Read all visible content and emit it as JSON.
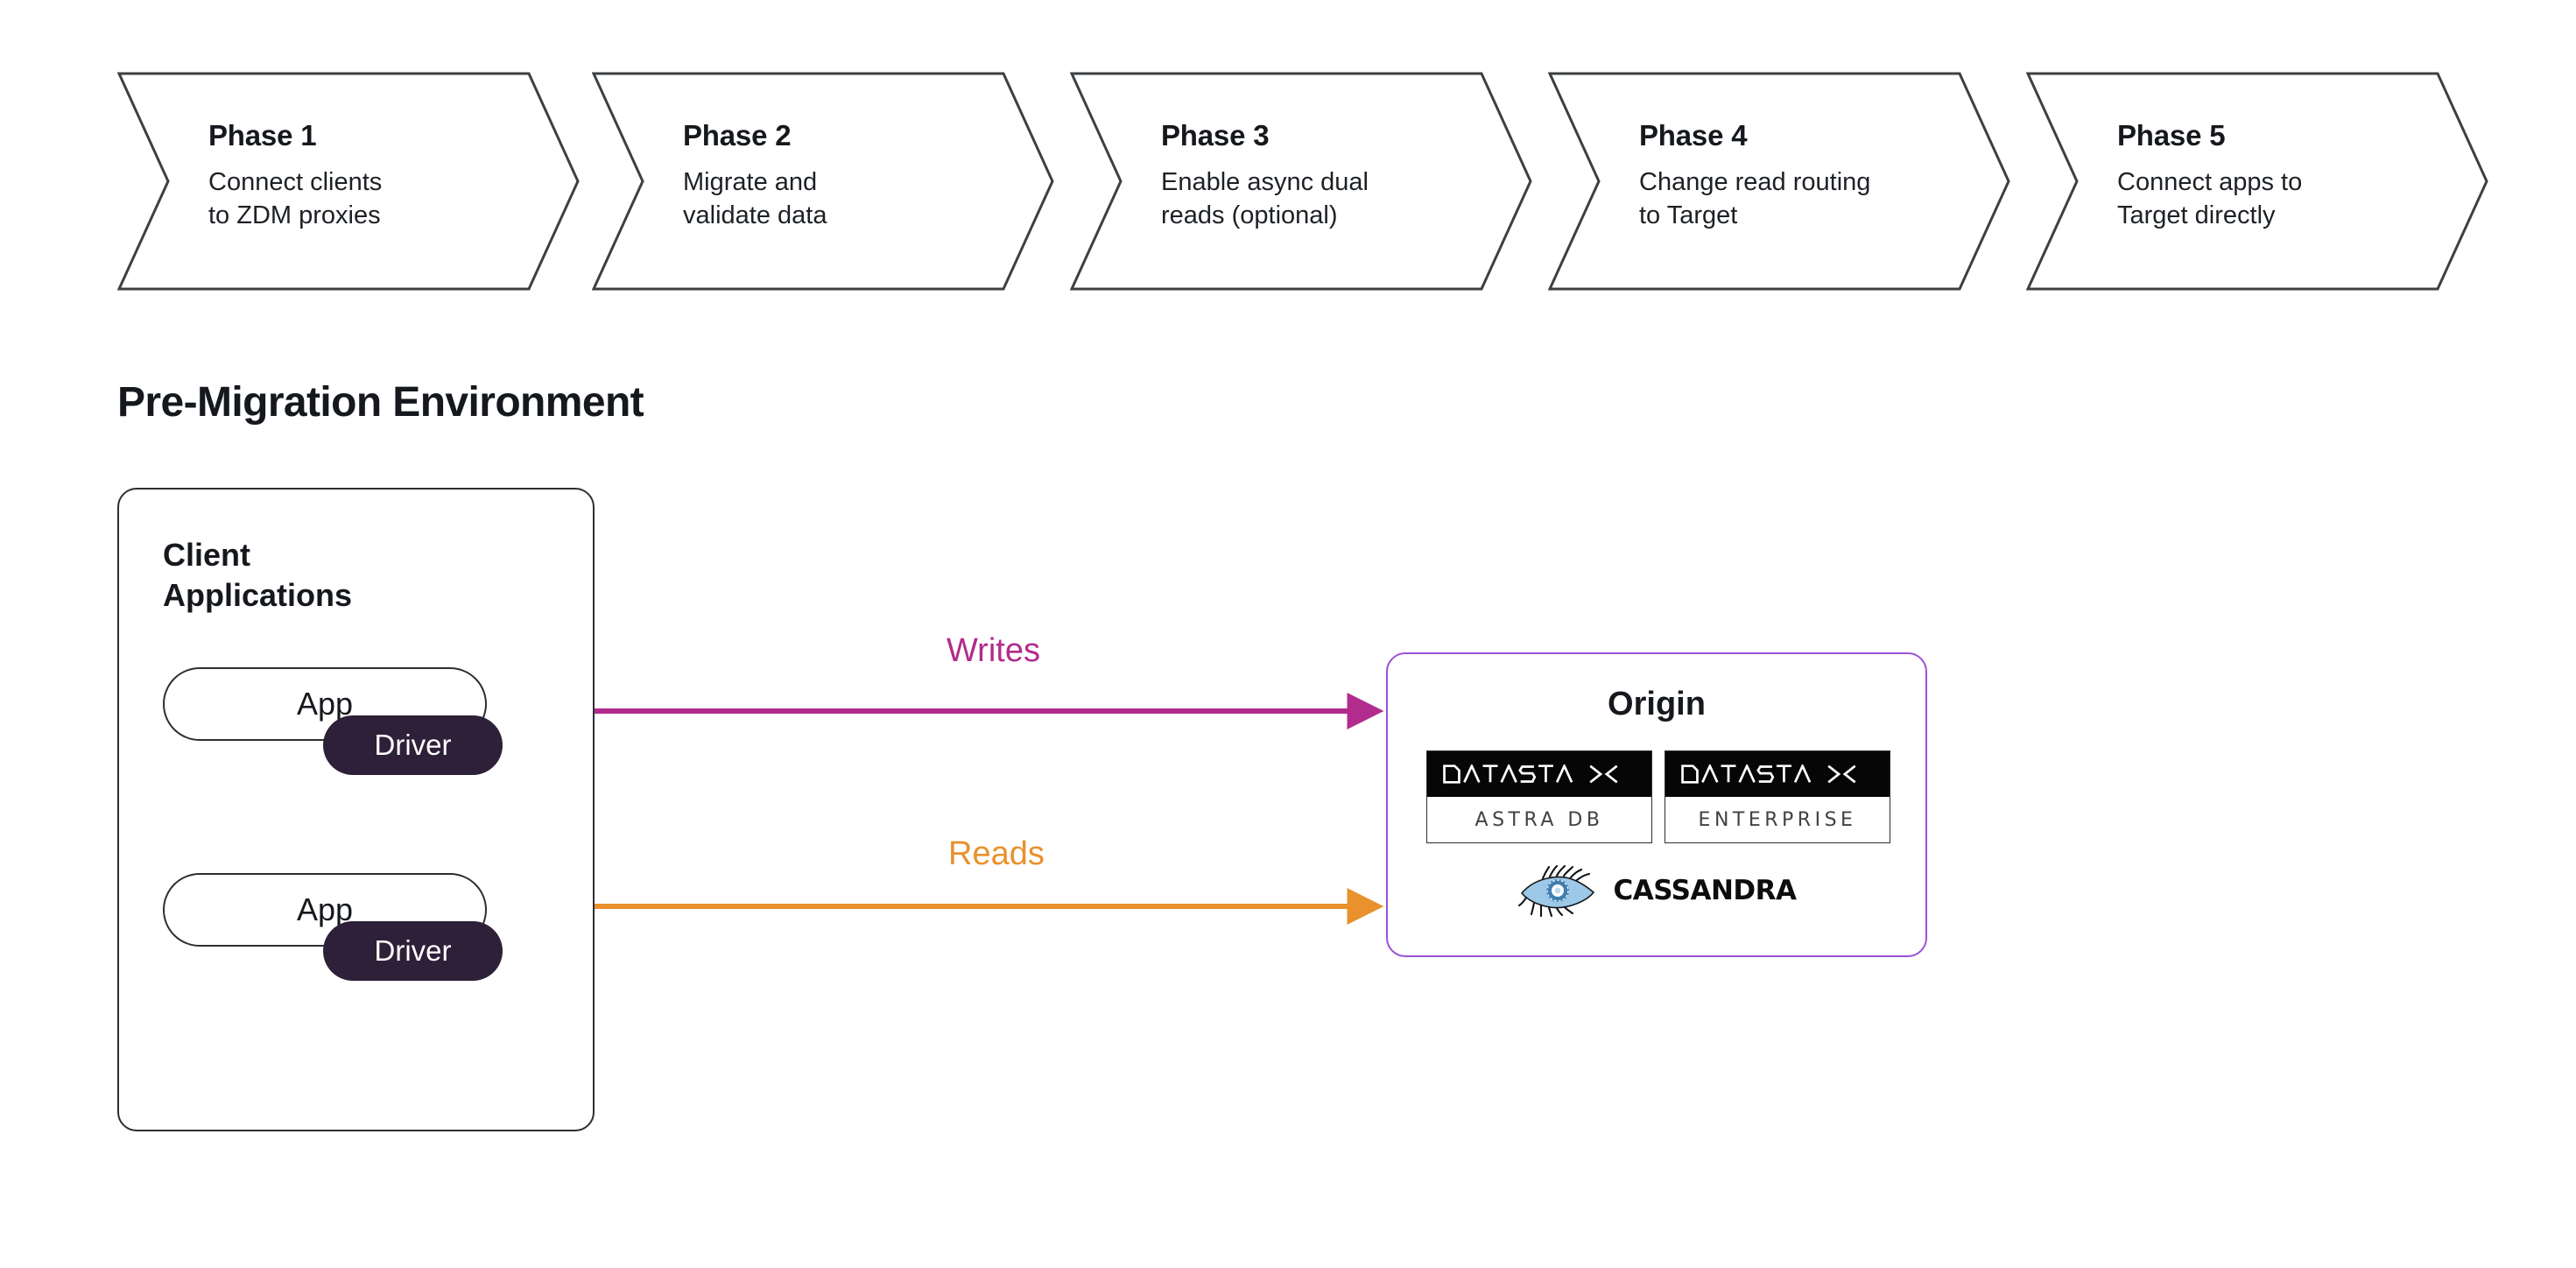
{
  "colors": {
    "writes_accent": "#B12C8C",
    "reads_accent": "#E8912D",
    "origin_border": "#9B51D6",
    "driver_pill": "#2E2038",
    "text_primary": "#15181C",
    "chevron_stroke": "#3C4043",
    "cassandra_eye": "#9DC8E8"
  },
  "phases": [
    {
      "title": "Phase 1",
      "description": "Connect clients\nto ZDM proxies"
    },
    {
      "title": "Phase 2",
      "description": "Migrate and\nvalidate data"
    },
    {
      "title": "Phase 3",
      "description": "Enable async dual\nreads (optional)"
    },
    {
      "title": "Phase 4",
      "description": "Change read routing\nto Target"
    },
    {
      "title": "Phase 5",
      "description": "Connect apps to\nTarget directly"
    }
  ],
  "section": {
    "heading": "Pre-Migration Environment"
  },
  "client_box": {
    "title": "Client\nApplications",
    "apps": [
      {
        "app_label": "App",
        "driver_label": "Driver"
      },
      {
        "app_label": "App",
        "driver_label": "Driver"
      }
    ]
  },
  "flows": [
    {
      "label": "Writes",
      "color": "#B12C8C",
      "from": "client-applications",
      "to": "origin"
    },
    {
      "label": "Reads",
      "color": "#E8912D",
      "from": "client-applications",
      "to": "origin"
    }
  ],
  "origin_box": {
    "title": "Origin",
    "products": [
      {
        "brand": "DATASTAX",
        "edition": "ASTRA DB"
      },
      {
        "brand": "DATASTAX",
        "edition": "ENTERPRISE"
      }
    ],
    "cassandra": {
      "logo_name": "cassandra-eye-logo",
      "wordmark": "CASSANDRA"
    }
  }
}
